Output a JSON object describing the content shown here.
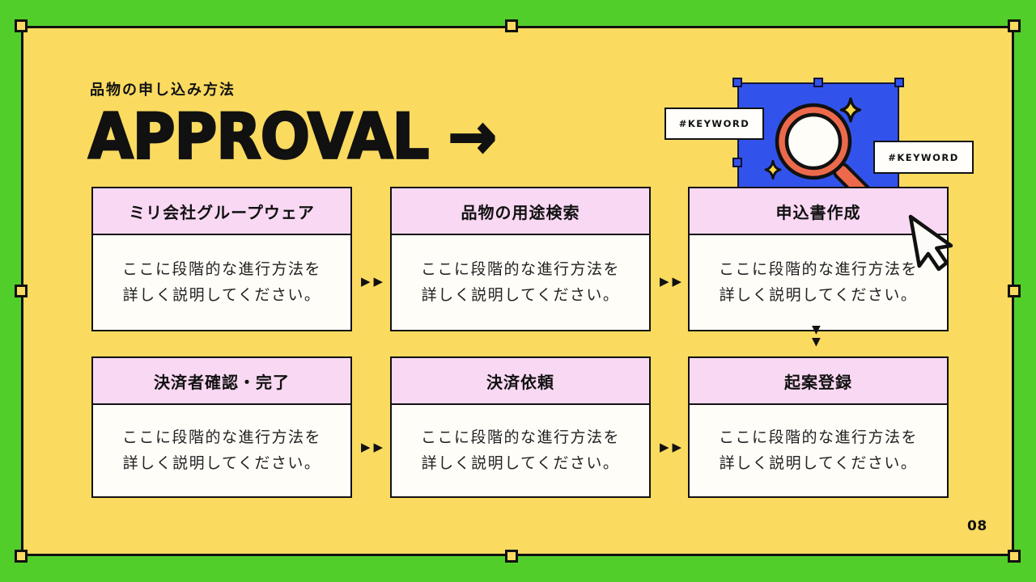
{
  "slide": {
    "kicker": "品物の申し込み方法",
    "title": "APPROVAL →",
    "page_number": "08"
  },
  "keyword_labels": {
    "left": "#KEYWORD",
    "right": "#KEYWORD"
  },
  "boxes": [
    {
      "title": "ミリ会社グループウェア",
      "body": "ここに段階的な進行方法を詳しく説明してください。"
    },
    {
      "title": "品物の用途検索",
      "body": "ここに段階的な進行方法を詳しく説明してください。"
    },
    {
      "title": "申込書作成",
      "body": "ここに段階的な進行方法を詳しく説明してください。"
    },
    {
      "title": "決済者確認・完了",
      "body": "ここに段階的な進行方法を詳しく説明してください。"
    },
    {
      "title": "決済依頼",
      "body": "ここに段階的な進行方法を詳しく説明してください。"
    },
    {
      "title": "起案登録",
      "body": "ここに段階的な進行方法を詳しく説明してください。"
    }
  ],
  "connectors": {
    "right_glyph": "▶",
    "down_glyph": "▼"
  },
  "colors": {
    "canvas_green": "#52CE2B",
    "slide_yellow": "#FADB60",
    "box_header_pink": "#F8D8F3",
    "image_blue": "#3253EB",
    "magnifier_orange": "#EC6A4B",
    "sparkle_yellow": "#F8D748",
    "outline_black": "#111111"
  }
}
